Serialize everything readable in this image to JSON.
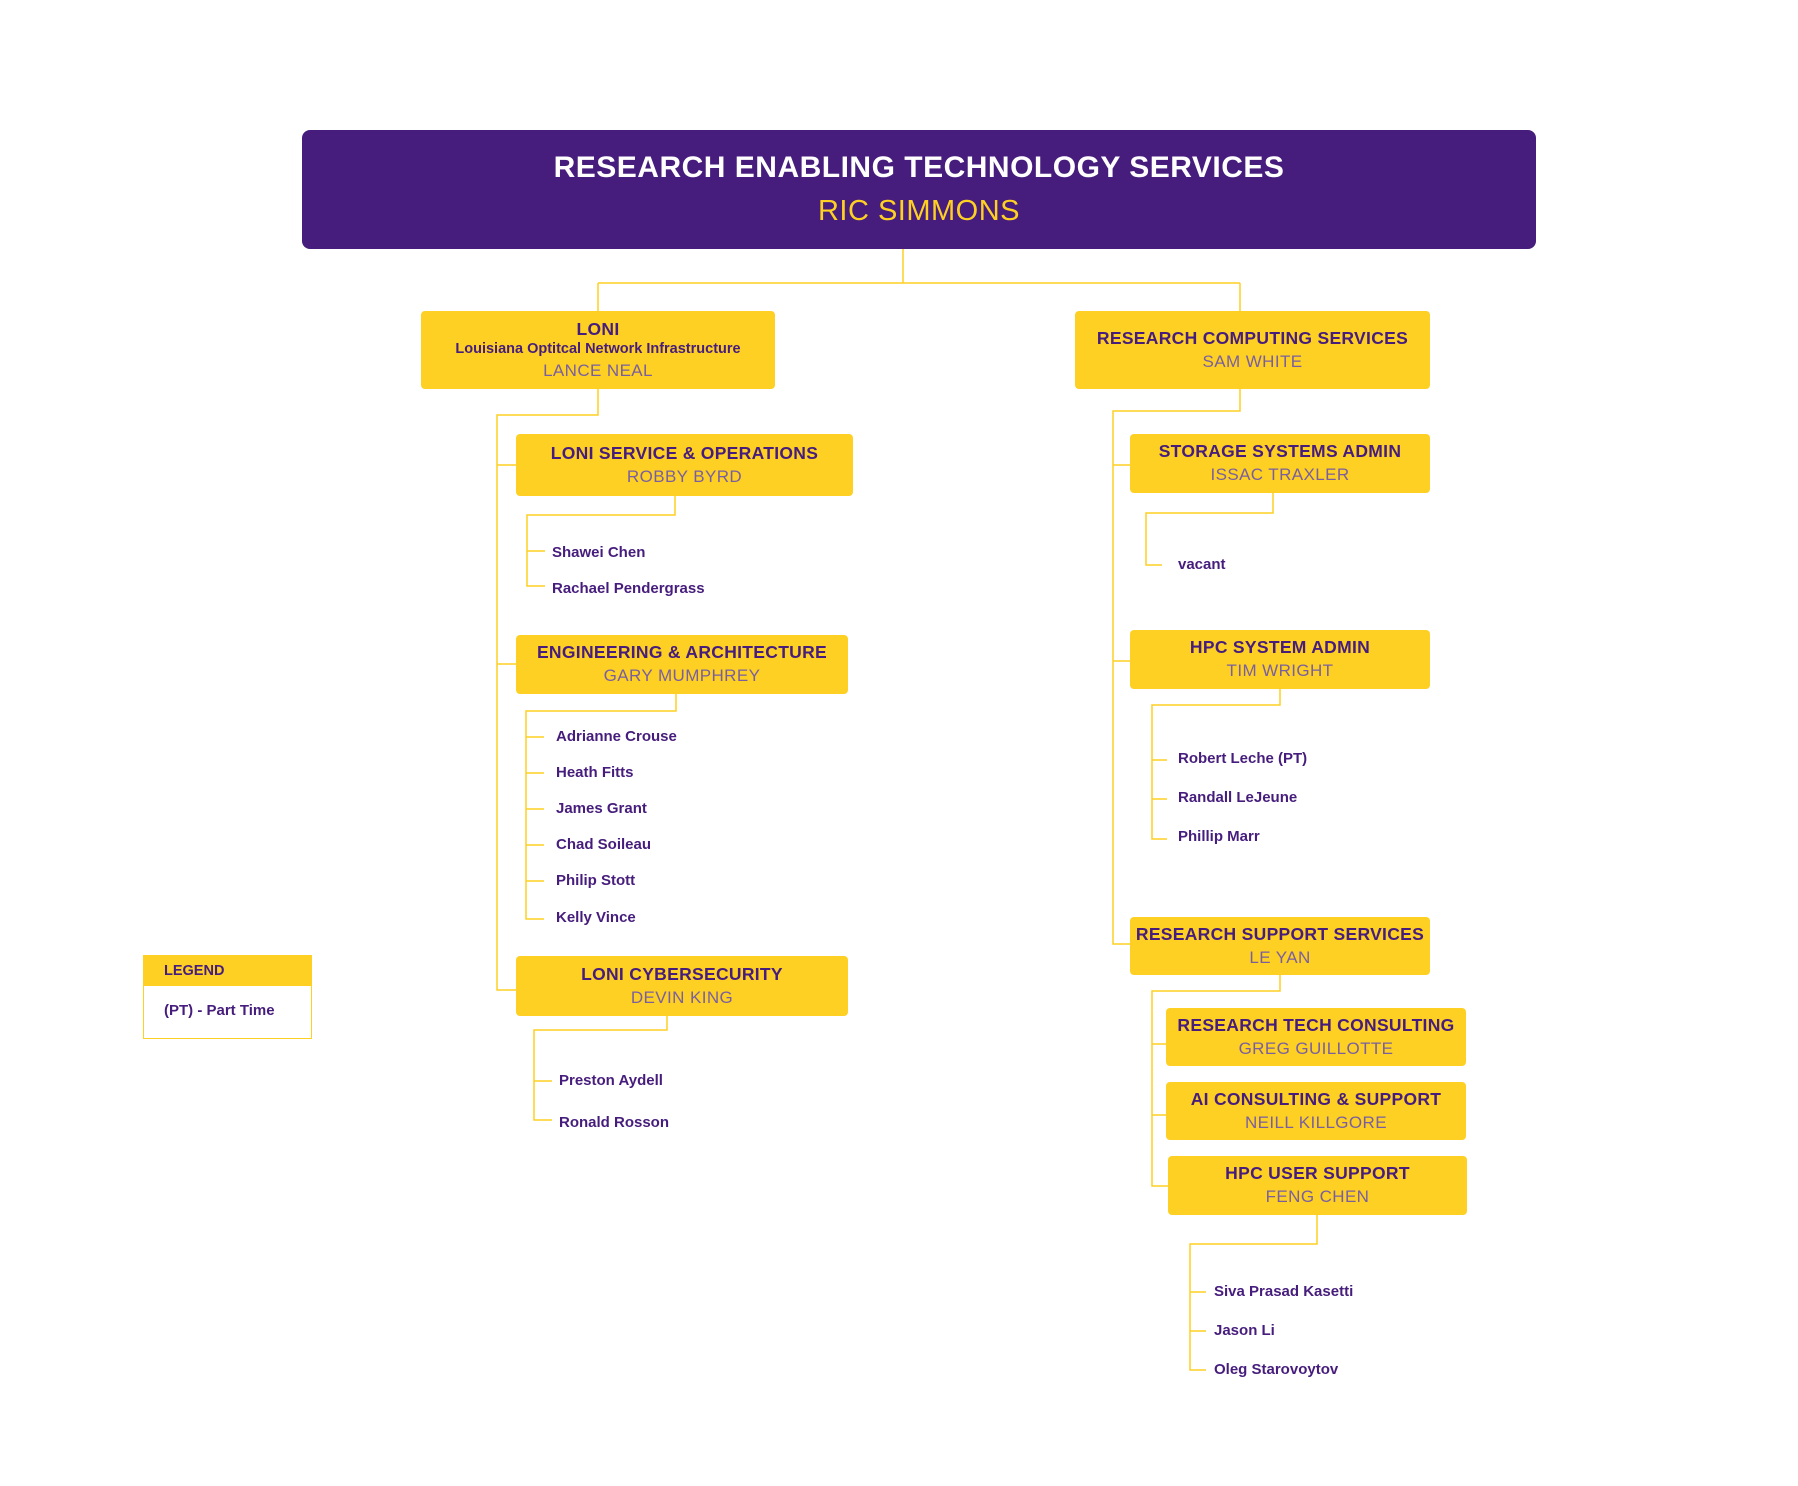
{
  "root": {
    "title": "RESEARCH ENABLING TECHNOLOGY SERVICES",
    "head": "RIC SIMMONS"
  },
  "loni": {
    "title": "LONI",
    "subtitle": "Louisiana Optitcal Network Infrastructure",
    "head": "LANCE NEAL",
    "service_ops": {
      "title": "LONI SERVICE & OPERATIONS",
      "head": "ROBBY BYRD",
      "staff": [
        "Shawei Chen",
        "Rachael Pendergrass"
      ]
    },
    "engineering": {
      "title": "ENGINEERING & ARCHITECTURE",
      "head": "GARY MUMPHREY",
      "staff": [
        "Adrianne Crouse",
        "Heath Fitts",
        "James Grant",
        "Chad Soileau",
        "Philip Stott",
        "Kelly Vince"
      ]
    },
    "cybersecurity": {
      "title": "LONI CYBERSECURITY",
      "head": "DEVIN KING",
      "staff": [
        "Preston Aydell",
        "Ronald Rosson"
      ]
    }
  },
  "rcs": {
    "title": "RESEARCH COMPUTING SERVICES",
    "head": "SAM WHITE",
    "storage": {
      "title": "STORAGE SYSTEMS ADMIN",
      "head": "ISSAC TRAXLER",
      "staff": [
        "vacant"
      ]
    },
    "hpc_admin": {
      "title": "HPC SYSTEM ADMIN",
      "head": "TIM WRIGHT",
      "staff": [
        "Robert Leche (PT)",
        "Randall LeJeune",
        "Phillip Marr"
      ]
    },
    "support": {
      "title": "RESEARCH SUPPORT SERVICES",
      "head": "LE YAN",
      "tech_consulting": {
        "title": "RESEARCH TECH CONSULTING",
        "head": "GREG GUILLOTTE"
      },
      "ai_consulting": {
        "title": "AI CONSULTING & SUPPORT",
        "head": "NEILL KILLGORE"
      },
      "hpc_user_support": {
        "title": "HPC USER SUPPORT",
        "head": "FENG CHEN",
        "staff": [
          "Siva Prasad Kasetti",
          "Jason Li",
          "Oleg Starovoytov"
        ]
      }
    }
  },
  "legend": {
    "title": "LEGEND",
    "items": [
      "(PT) - Part Time"
    ]
  },
  "colors": {
    "purple": "#461D7C",
    "gold": "#FDD023",
    "head_text": "#7a5fa0"
  }
}
